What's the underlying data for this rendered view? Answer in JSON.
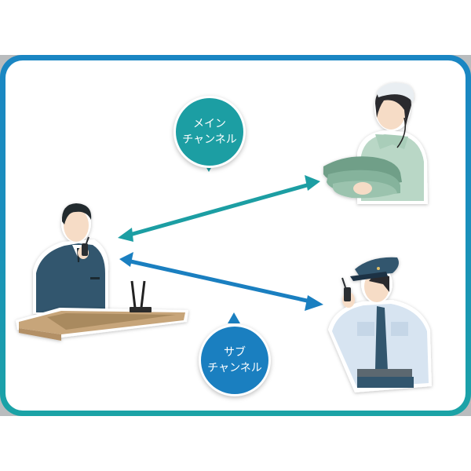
{
  "diagram": {
    "title": "",
    "bubbles": {
      "main_channel": {
        "line1": "メイン",
        "line2": "チャンネル",
        "color": "#1c9ea3"
      },
      "sub_channel": {
        "line1": "サブ",
        "line2": "チャンネル",
        "color": "#1a7fc0"
      }
    },
    "nodes": [
      {
        "id": "dispatcher",
        "description": "man in suit at desk speaking into radio, antenna base unit on desk"
      },
      {
        "id": "housekeeper",
        "description": "woman in cap with earpiece carrying folded towels"
      },
      {
        "id": "security_guard",
        "description": "security guard in uniform speaking into handheld radio"
      }
    ],
    "edges": [
      {
        "from": "dispatcher",
        "to": "housekeeper",
        "label_ref": "main_channel",
        "color": "#1c9ea3",
        "bidirectional": true
      },
      {
        "from": "dispatcher",
        "to": "security_guard",
        "label_ref": "sub_channel",
        "color": "#1a7fc0",
        "bidirectional": true
      }
    ],
    "frame": {
      "border_top_color": "#1a86c3",
      "border_bottom_color": "#1ba3a6"
    }
  }
}
